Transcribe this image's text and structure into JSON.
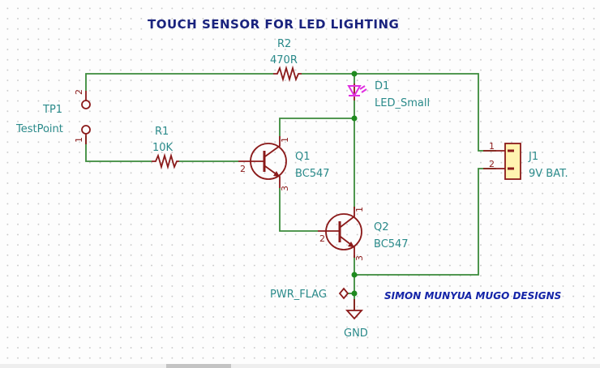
{
  "title": "TOUCH SENSOR FOR LED LIGHTING",
  "credit": "SIMON MUNYUA MUGO DESIGNS",
  "colors": {
    "wire": "#3a8a3a",
    "symbol": "#8b1a1a",
    "led": "#e030e0",
    "reference_text": "#2a8a8a",
    "title_text": "#1a237e",
    "junction": "#1f8a1f",
    "connector_fill": "#fff3b0"
  },
  "components": {
    "tp1": {
      "ref": "TP1",
      "value": "TestPoint",
      "pin1": "1",
      "pin2": "2"
    },
    "r1": {
      "ref": "R1",
      "value": "10K"
    },
    "r2": {
      "ref": "R2",
      "value": "470R"
    },
    "d1": {
      "ref": "D1",
      "value": "LED_Small"
    },
    "q1": {
      "ref": "Q1",
      "value": "BC547",
      "pin1": "1",
      "pin2": "2",
      "pin3": "3"
    },
    "q2": {
      "ref": "Q2",
      "value": "BC547",
      "pin1": "1",
      "pin2": "2",
      "pin3": "3"
    },
    "j1": {
      "ref": "J1",
      "value": "9V BAT.",
      "pin1": "1",
      "pin2": "2"
    },
    "pwr_flag": {
      "label": "PWR_FLAG"
    },
    "gnd": {
      "label": "GND"
    }
  }
}
